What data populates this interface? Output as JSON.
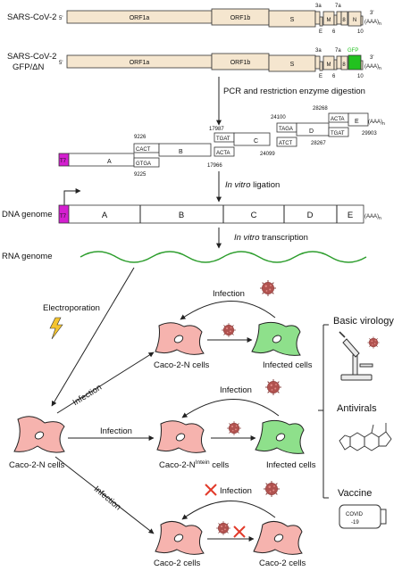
{
  "genome_wt": {
    "label": "SARS-CoV-2",
    "five_prime": "5'",
    "orf1a": "ORF1a",
    "orf1b": "ORF1b",
    "s": "S",
    "m": "M",
    "n": "N",
    "e": "E",
    "n3a": "3a",
    "n6": "6",
    "n7a": "7a",
    "n8": "8",
    "n10": "10",
    "three_prime": "3'",
    "polya": "(AAA)",
    "polya_sub": "n"
  },
  "genome_gfp": {
    "label_line1": "SARS-CoV-2",
    "label_line2": "GFP/ΔN",
    "five_prime": "5'",
    "orf1a": "ORF1a",
    "orf1b": "ORF1b",
    "s": "S",
    "m": "M",
    "e": "E",
    "n3a": "3a",
    "n6": "6",
    "n7a": "7a",
    "n8": "8",
    "n10": "10",
    "gfp": "GFP",
    "three_prime": "3'",
    "polya": "(AAA)",
    "polya_sub": "n",
    "gfp_color": "#22c21f"
  },
  "steps": {
    "pcr": "PCR and restriction enzyme digestion",
    "ligation_italic": "In vitro",
    "ligation_rest": " ligation",
    "transcription_italic": "In vitro",
    "transcription_rest": " transcription"
  },
  "fragments": {
    "t7": "T7",
    "t7_color": "#d41fd0",
    "a": "A",
    "b": "B",
    "c": "C",
    "d": "D",
    "e": "E",
    "polya": "(AAA)",
    "polya_sub": "n",
    "pos_9226": "9226",
    "pos_9225": "9225",
    "seq_cact": "CACT",
    "seq_gtga": "GTGA",
    "pos_17987": "17987",
    "pos_17966": "17966",
    "seq_tgat_b": "TGAT",
    "seq_acta_b": "ACTA",
    "pos_24100": "24100",
    "pos_24099": "24099",
    "seq_taga": "TAGA",
    "seq_atct": "ATCT",
    "pos_28268": "28268",
    "pos_28267": "28267",
    "seq_acta_e": "ACTA",
    "seq_tgat_e": "TGAT",
    "pos_29903": "29903"
  },
  "dna_genome": {
    "label": "DNA genome",
    "t7": "T7",
    "a": "A",
    "b": "B",
    "c": "C",
    "d": "D",
    "e": "E",
    "polya": "(AAA)",
    "polya_sub": "n"
  },
  "rna_genome": {
    "label": "RNA genome",
    "wave_color": "#2e9e2e"
  },
  "workflow": {
    "electroporation": "Electroporation",
    "infection": "Infection",
    "infection_top": "Infection",
    "infection_mid_arc": "Infection",
    "infection_bot_arc": "Infection",
    "caco2n_top": "Caco-2-N cells",
    "infected_top": "Infected cells",
    "caco2n_main": "Caco-2-N cells",
    "caco2n_intein_base": "Caco-2-N",
    "caco2n_intein_sup": "Intein",
    "caco2n_intein_tail": " cells",
    "infected_mid": "Infected cells",
    "caco2_left": "Caco-2 cells",
    "caco2_right": "Caco-2 cells",
    "left_infection_1": "Infection",
    "left_infection_2": "Infection",
    "left_infection_3": "Infection"
  },
  "applications": {
    "basic_virology": "Basic virology",
    "antivirals": "Antivirals",
    "vaccine": "Vaccine",
    "covid_line1": "COVID",
    "covid_line2": "-19"
  },
  "colors": {
    "cell_red": "#f6b3ae",
    "cell_green": "#8ee08b",
    "virus": "#b0524f",
    "cross": "#e23a2a",
    "lightning": "#f4c430"
  }
}
